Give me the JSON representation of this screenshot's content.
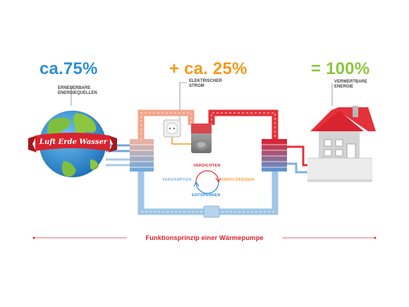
{
  "header": {
    "renewable_percent": "ca.75%",
    "electric_percent": "+ ca. 25%",
    "usable_percent": "= 100%"
  },
  "labels": {
    "renewable_line1": "ERNEUERBARE",
    "renewable_line2": "ENERGIEQUELLEN",
    "electric_line1": "ELEKTRISCHER",
    "electric_line2": "STROM",
    "usable_line1": "VERWERTBARE",
    "usable_line2": "ENERGIE"
  },
  "globe_banner": "Luft Erde Wasser",
  "cycle": {
    "compress": "VERDICHTEN",
    "evaporate": "VERDAMPFEN",
    "liquefy": "VERFLÜSSIGEN",
    "expand": "ENTSPANNEN"
  },
  "footer": {
    "title": "Funktionsprinzip einer Wärmepumpe"
  },
  "colors": {
    "blue": "#2e8fd6",
    "orange": "#f39a1d",
    "green": "#8dc63f",
    "red": "#d9232e",
    "pipe_cold": "#9ec6e6",
    "pipe_warm": "#f2a58d"
  }
}
